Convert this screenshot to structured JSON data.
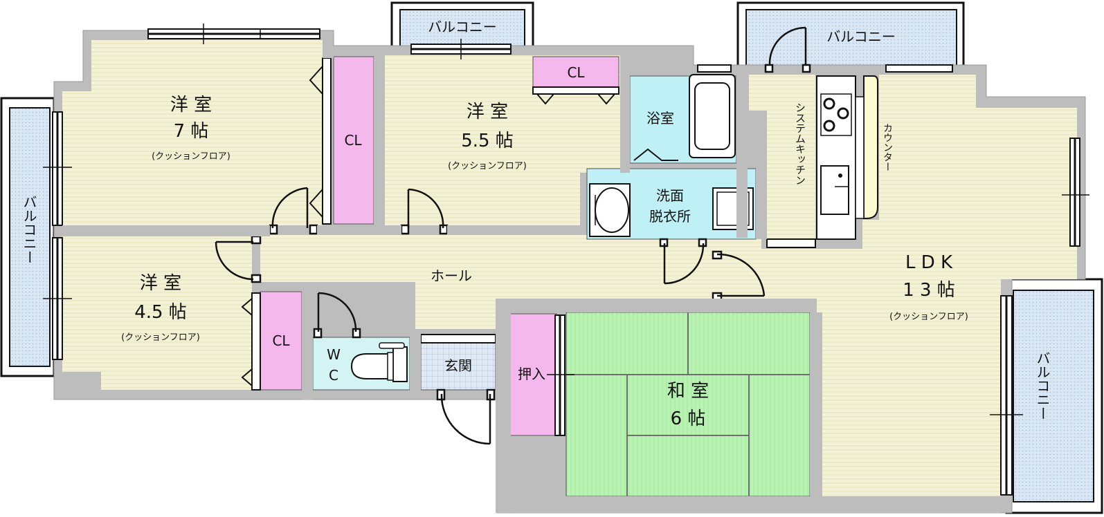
{
  "rooms": {
    "western7": {
      "name": "洋 室",
      "size": "7 帖",
      "note": "(クッションフロア)"
    },
    "western55": {
      "name": "洋 室",
      "size": "5.5 帖",
      "note": "(クッションフロア)"
    },
    "western45": {
      "name": "洋 室",
      "size": "4.5 帖",
      "note": "(クッションフロア)"
    },
    "ldk": {
      "name": "L D K",
      "size": "1 3 帖",
      "note": "(クッションフロア)"
    },
    "japanese": {
      "name": "和 室",
      "size": "6 帖"
    },
    "bath": "浴室",
    "washroom": [
      "洗面",
      "脱衣所"
    ],
    "hall": "ホール",
    "wc": [
      "W",
      "C"
    ],
    "entrance": "玄関",
    "oshiire": "押入",
    "closet": "CL",
    "kitchen": "システムキッチン",
    "counter": "カウンター",
    "balcony": "バルコニー"
  },
  "colors": {
    "wall": "#bfbfbf",
    "floor": "#f3f1d2",
    "balcony": "#d6e4f2",
    "closet": "#f4b6ec",
    "bath": "#bff0f5",
    "tatami": "#b5f0b0",
    "entrance": "#dde6f1",
    "wc": "#d4f4f4"
  }
}
